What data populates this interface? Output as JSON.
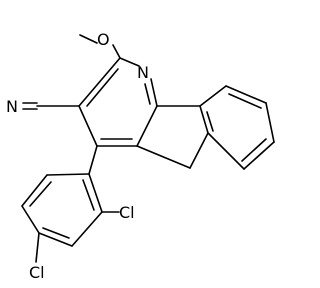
{
  "diagram": {
    "type": "chemical-structure",
    "bond_color": "#000000",
    "background": "#ffffff",
    "labels": {
      "methoxy_o": "O",
      "pyridine_n": "N",
      "nitrile_n": "N",
      "cl_top": "Cl",
      "cl_bottom": "Cl"
    }
  }
}
